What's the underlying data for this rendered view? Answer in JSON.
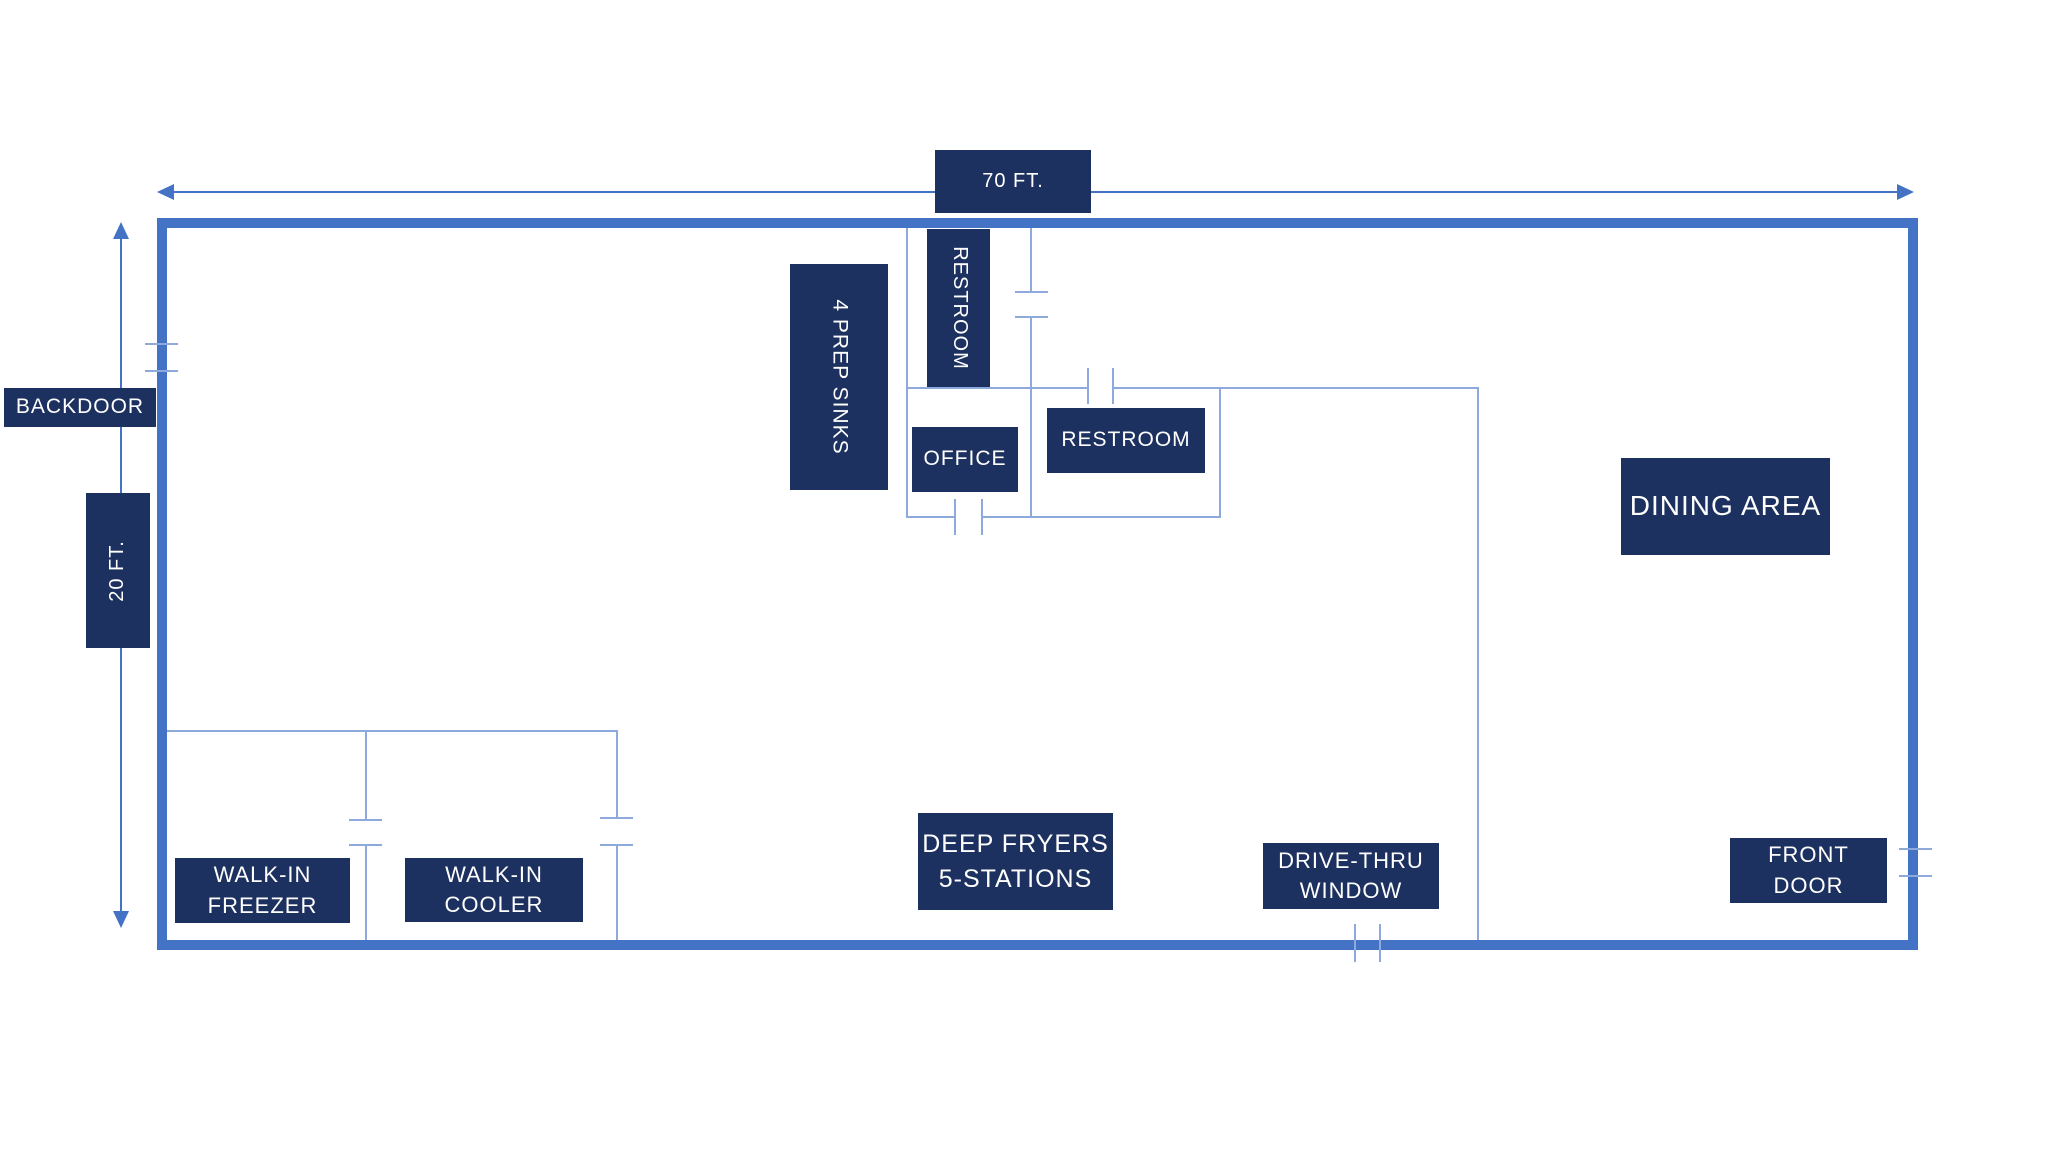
{
  "floor_plan": {
    "type": "restaurant-floor-plan",
    "dimensions": {
      "width": "70 FT.",
      "height": "20 FT."
    },
    "doors": {
      "back": "BACKDOOR",
      "front": {
        "line1": "FRONT",
        "line2": "DOOR"
      }
    },
    "areas": {
      "prep_sinks": "4 PREP SINKS",
      "restroom_upper": "RESTROOM",
      "office": "OFFICE",
      "restroom_lower": "RESTROOM",
      "dining": "DINING AREA",
      "walk_in_freezer": {
        "line1": "WALK-IN",
        "line2": "FREEZER"
      },
      "walk_in_cooler": {
        "line1": "WALK-IN",
        "line2": "COOLER"
      },
      "deep_fryers": {
        "line1": "DEEP FRYERS",
        "line2": "5-STATIONS"
      },
      "drive_thru": {
        "line1": "DRIVE-THRU",
        "line2": "WINDOW"
      }
    },
    "colors": {
      "exterior_wall": "#4472C4",
      "interior_wall": "#8EA9DB",
      "label_background": "#1D3160",
      "label_text": "#FFFFFF",
      "arrow": "#4472C4",
      "background": "#FFFFFF"
    }
  }
}
